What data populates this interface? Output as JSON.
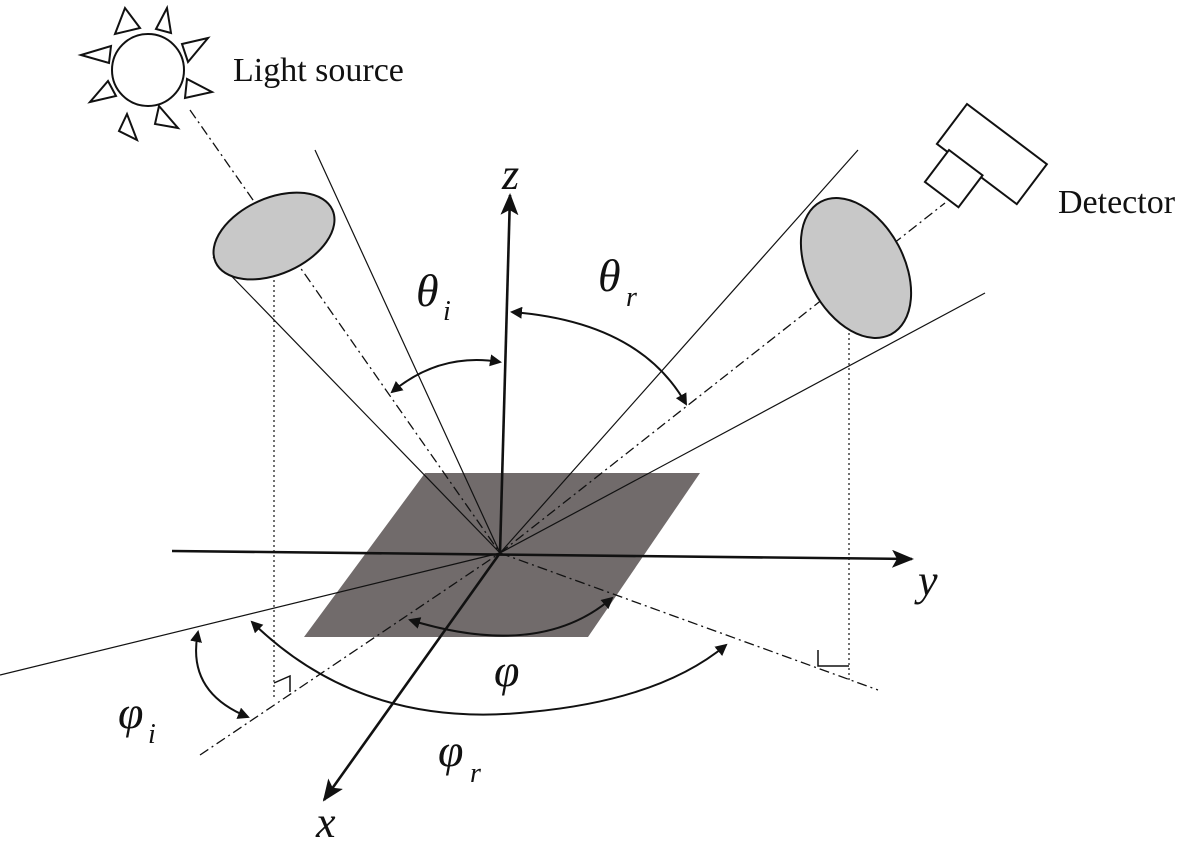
{
  "diagram": {
    "labels": {
      "light_source": "Light source",
      "detector": "Detector"
    },
    "axes": {
      "x": "x",
      "y": "y",
      "z": "z"
    },
    "angles": {
      "theta_i": {
        "symbol": "θ",
        "sub": "i"
      },
      "theta_r": {
        "symbol": "θ",
        "sub": "r"
      },
      "phi": {
        "symbol": "φ"
      },
      "phi_i": {
        "symbol": "φ",
        "sub": "i"
      },
      "phi_r": {
        "symbol": "φ",
        "sub": "r"
      }
    },
    "colors": {
      "ink": "#111111",
      "surface": "#716b6b",
      "aperture": "#c8c8c8"
    },
    "icons": [
      "sun-icon",
      "detector-icon"
    ]
  }
}
